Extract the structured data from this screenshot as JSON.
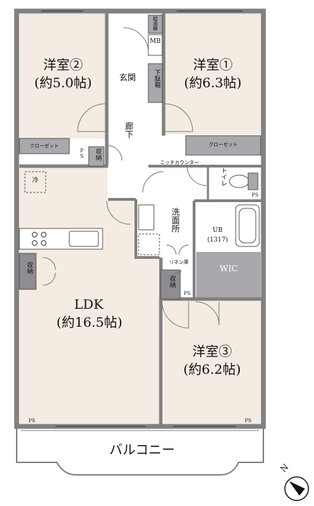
{
  "rooms": {
    "western2": {
      "name": "洋室②",
      "size": "(約5.0帖)"
    },
    "western1": {
      "name": "洋室①",
      "size": "(約6.3帖)"
    },
    "western3": {
      "name": "洋室③",
      "size": "(約6.2帖)"
    },
    "ldk": {
      "name": "LDK",
      "size": "(約16.5帖)"
    },
    "entrance": "玄関",
    "corridor": "廊下",
    "washroom": "洗面所",
    "toilet": "トイレ",
    "ub": "UB",
    "ub_size": "(1317)",
    "wic": "WIC",
    "balcony": "バルコニー"
  },
  "storage": {
    "closet_left": "クローゼット",
    "closet_right": "クローゼット",
    "shoe_box": "下駄箱",
    "storage_small": "収納",
    "storage_ldk": "収納",
    "storage_bottom": "収納",
    "linen": "リネン庫",
    "niche_counter": "ニッチカウンター",
    "water_heater": "給湯器",
    "mb": "MB",
    "ps_small": "PS",
    "fridge": "冷"
  },
  "ps": {
    "toilet": "PS",
    "storage": "PS",
    "bottom_left": "PS",
    "bottom_right": "PS"
  },
  "compass": {
    "label": "N"
  },
  "colors": {
    "room": "#f4ece2",
    "floor": "#ffffff",
    "wall": "#808080",
    "storage": "#aaa7ad",
    "dark_storage": "#8f8c93"
  }
}
